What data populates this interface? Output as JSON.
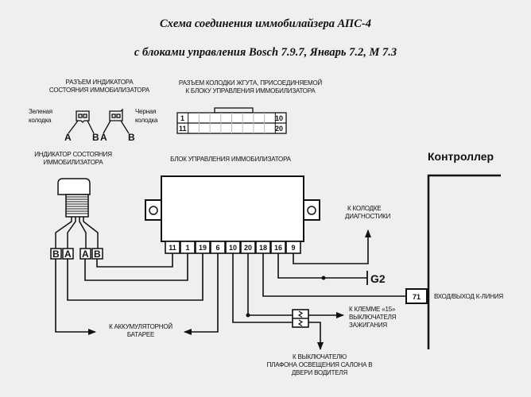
{
  "title": {
    "line1": "Схема соединения иммобилайзера АПС-4",
    "line2": "с блоками управления Bosch 7.9.7, Январь 7.2, М 7.3"
  },
  "indicator_connector": {
    "heading_line1": "РАЗЪЕМ ИНДИКАТОРА",
    "heading_line2": "СОСТОЯНИЯ ИММОБИЛИЗАТОРА",
    "green_label_line1": "Зеленая",
    "green_label_line2": "колодка",
    "black_label_line1": "Черная",
    "black_label_line2": "колодка",
    "green_pins": [
      "A",
      "B"
    ],
    "black_pins": [
      "A",
      "B"
    ]
  },
  "harness_connector": {
    "heading_line1": "РАЗЪЕМ КОЛОДКИ ЖГУТА, ПРИСОЕДИНЯЕМОЙ",
    "heading_line2": "К БЛОКУ УПРАВЛЕНИЯ ИММОБИЛИЗАТОРА",
    "top_left": "1",
    "top_right": "10",
    "bottom_left": "11",
    "bottom_right": "20"
  },
  "indicator": {
    "label_line1": "ИНДИКАТОР СОСТОЯНИЯ",
    "label_line2": "ИММОБИЛИЗАТОРА",
    "terminals": [
      "B",
      "A",
      "A",
      "B"
    ]
  },
  "control_unit": {
    "label": "БЛОК УПРАВЛЕНИЯ ИММОБИЛИЗАТОРА",
    "pins": [
      "11",
      "1",
      "19",
      "6",
      "10",
      "20",
      "18",
      "16",
      "9"
    ]
  },
  "controller": {
    "label": "Контроллер",
    "pin": "71",
    "pin_label": "ВХОД/ВЫХОД К-ЛИНИЯ"
  },
  "destinations": {
    "diagnostics_line1": "К КОЛОДКЕ",
    "diagnostics_line2": "ДИАГНОСТИКИ",
    "ground": "G2",
    "ignition_line1": "К КЛЕММЕ «15»",
    "ignition_line2": "ВЫКЛЮЧАТЕЛЯ",
    "ignition_line3": "ЗАЖИГАНИЯ",
    "battery_line1": "К АККУМУЛЯТОРНОЙ",
    "battery_line2": "БАТАРЕЕ",
    "lamp_line1": "К ВЫКЛЮЧАТЕЛЮ",
    "lamp_line2": "ПЛАФОНА ОСВЕЩЕНИЯ САЛОНА В",
    "lamp_line3": "ДВЕРИ ВОДИТЕЛЯ"
  }
}
